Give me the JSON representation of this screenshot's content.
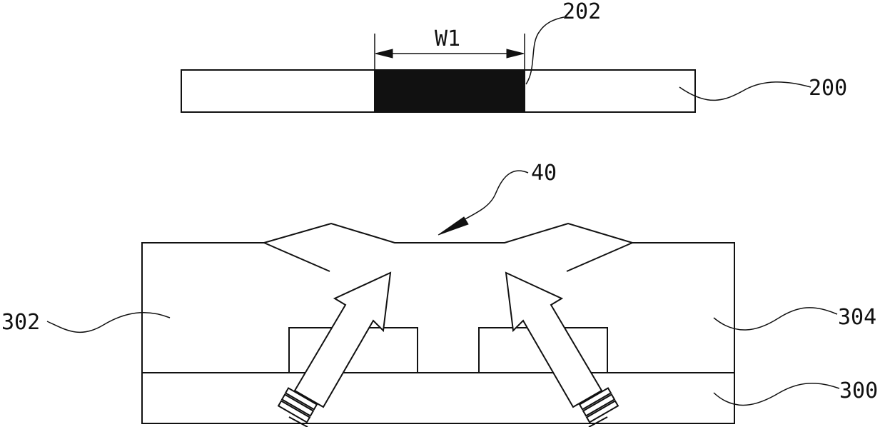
{
  "labels": {
    "w1": "W1",
    "ref_202": "202",
    "ref_200": "200",
    "ref_40": "40",
    "ref_302": "302",
    "ref_304": "304",
    "ref_300": "300"
  },
  "colors": {
    "line": "#111111",
    "background": "#ffffff",
    "opening_fill": "#111111"
  },
  "icons": {
    "left_light_source": "light-beam-arrow-icon",
    "right_light_source": "light-beam-arrow-icon"
  }
}
